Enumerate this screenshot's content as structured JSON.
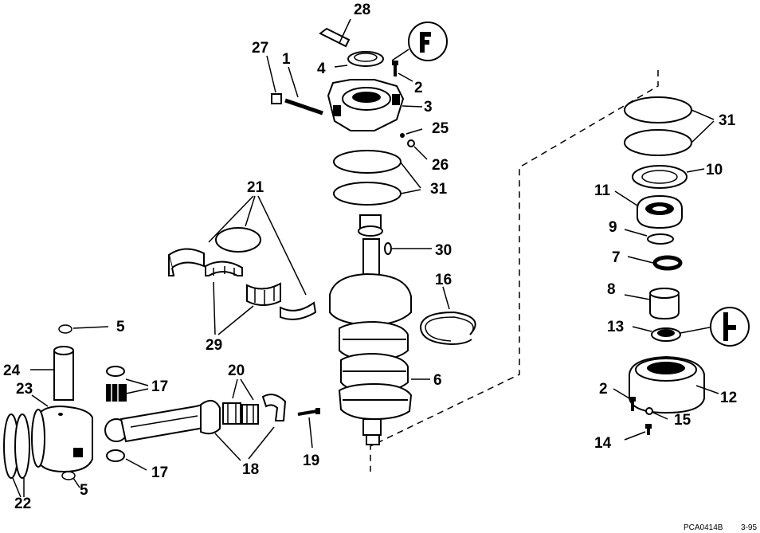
{
  "diagram": {
    "callouts": [
      {
        "id": "28",
        "text": "28"
      },
      {
        "id": "27",
        "text": "27"
      },
      {
        "id": "1",
        "text": "1"
      },
      {
        "id": "4",
        "text": "4"
      },
      {
        "id": "2a",
        "text": "2"
      },
      {
        "id": "3",
        "text": "3"
      },
      {
        "id": "25",
        "text": "25"
      },
      {
        "id": "26",
        "text": "26"
      },
      {
        "id": "31a",
        "text": "31"
      },
      {
        "id": "21",
        "text": "21"
      },
      {
        "id": "30",
        "text": "30"
      },
      {
        "id": "16",
        "text": "16"
      },
      {
        "id": "29",
        "text": "29"
      },
      {
        "id": "5a",
        "text": "5"
      },
      {
        "id": "24",
        "text": "24"
      },
      {
        "id": "23",
        "text": "23"
      },
      {
        "id": "17a",
        "text": "17"
      },
      {
        "id": "20",
        "text": "20"
      },
      {
        "id": "6",
        "text": "6"
      },
      {
        "id": "19",
        "text": "19"
      },
      {
        "id": "18",
        "text": "18"
      },
      {
        "id": "17b",
        "text": "17"
      },
      {
        "id": "22",
        "text": "22"
      },
      {
        "id": "5b",
        "text": "5"
      },
      {
        "id": "31b",
        "text": "31"
      },
      {
        "id": "10",
        "text": "10"
      },
      {
        "id": "11",
        "text": "11"
      },
      {
        "id": "9",
        "text": "9"
      },
      {
        "id": "7",
        "text": "7"
      },
      {
        "id": "8",
        "text": "8"
      },
      {
        "id": "13",
        "text": "13"
      },
      {
        "id": "2b",
        "text": "2"
      },
      {
        "id": "12",
        "text": "12"
      },
      {
        "id": "15",
        "text": "15"
      },
      {
        "id": "14",
        "text": "14"
      }
    ],
    "footer": {
      "code": "PCA0414B",
      "date": "3-95"
    }
  }
}
